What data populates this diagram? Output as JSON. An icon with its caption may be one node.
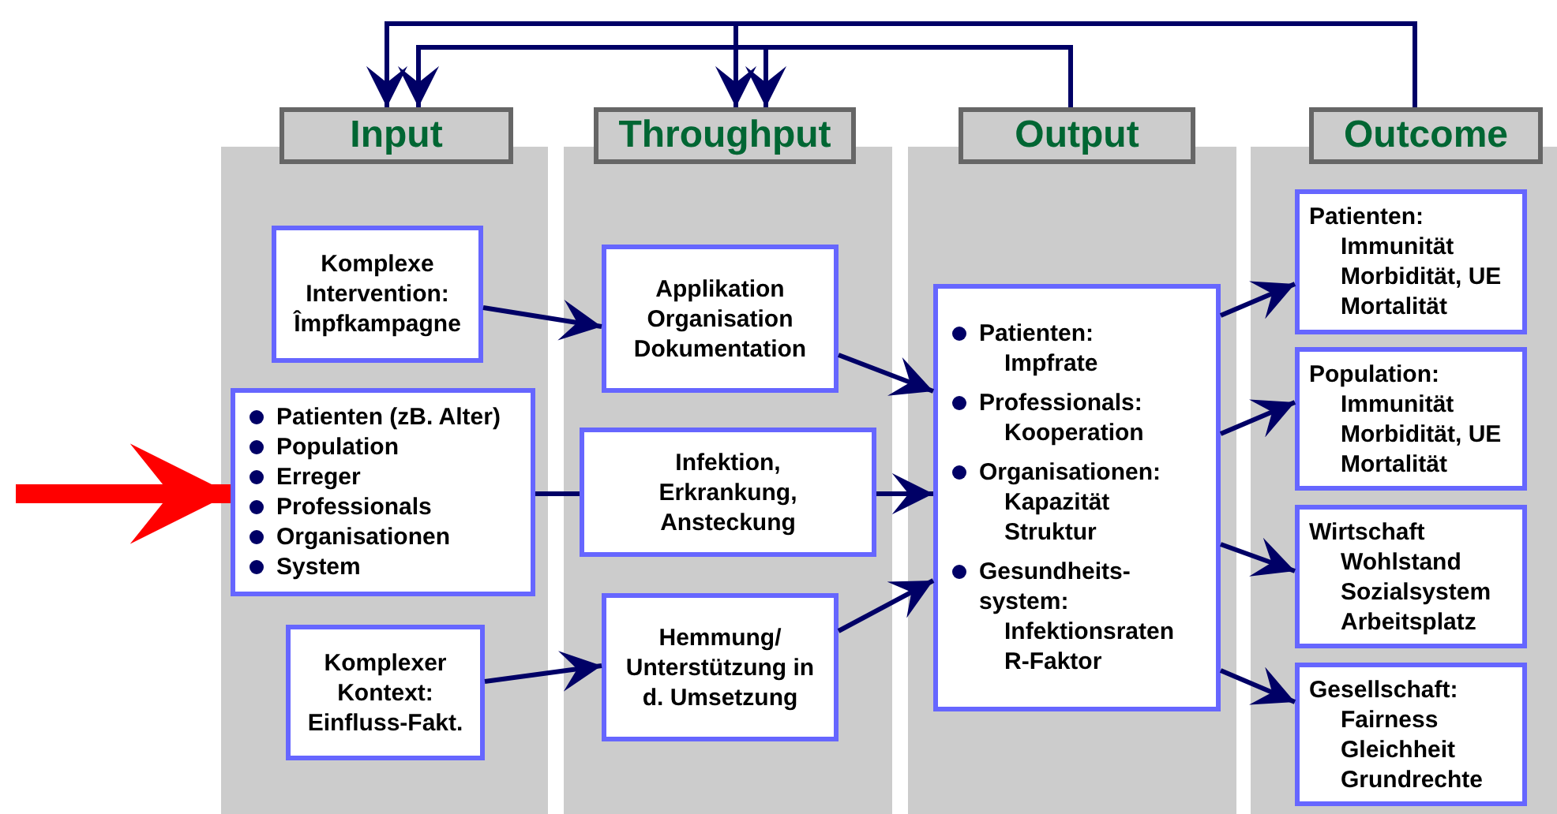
{
  "diagram": {
    "nodes": [
      {
        "text": [
          "Input"
        ]
      },
      {
        "text": [
          "Komplexe Intervention: Împfkampagne"
        ],
        "in": 0
      },
      {
        "text": [
          "Patienten (zB. Alter)",
          "Population",
          "Erreger",
          "Professionals",
          "Organisationen",
          "System"
        ],
        "in": 0
      },
      {
        "text": [
          "Komplexer Kontext: Einfluss-Fakt."
        ],
        "in": 0
      },
      {
        "text": [
          "Throughput"
        ]
      },
      {
        "text": [
          "Applikation",
          "Organisation",
          "Dokumentation"
        ],
        "in": 4
      },
      {
        "text": [
          "Infektion, Erkrankung, Ansteckung"
        ],
        "in": 4
      },
      {
        "text": [
          "Hemmung/ Unterstützung in d. Umsetzung"
        ],
        "in": 4
      },
      {
        "text": [
          "Output"
        ]
      },
      {
        "text": [
          "Patienten:",
          "Impfrate",
          "Professionals:",
          "Kooperation",
          "Organisationen:",
          "Kapazität",
          "Struktur",
          "Gesundheits- system:",
          "Infektionsraten",
          "R-Faktor"
        ],
        "in": 8
      },
      {
        "text": [
          "Outcome"
        ]
      },
      {
        "text": [
          "Patienten:",
          "Immunität",
          "Morbidität, UE",
          "Mortalität"
        ],
        "in": 10
      },
      {
        "text": [
          "Population:",
          "Immunität",
          "Morbidität, UE",
          "Mortalität"
        ],
        "in": 10
      },
      {
        "text": [
          "Wirtschaft",
          "Wohlstand",
          "Sozialsystem",
          "Arbeitsplatz"
        ],
        "in": 10
      },
      {
        "text": [
          "Gesellschaft:",
          "Fairness",
          "Gleichheit",
          "Grundrechte"
        ],
        "in": 10
      }
    ],
    "edges": [
      {
        "from": null,
        "to": 2,
        "arrow": "to",
        "style": "thick",
        "color": "#ff0000"
      },
      {
        "from": 1,
        "to": 5,
        "arrow": "to"
      },
      {
        "from": 3,
        "to": 7,
        "arrow": "to"
      },
      {
        "from": 2,
        "to": 6,
        "arrow": "none"
      },
      {
        "from": 5,
        "to": 9,
        "arrow": "to"
      },
      {
        "from": 6,
        "to": 9,
        "arrow": "to"
      },
      {
        "from": 7,
        "to": 9,
        "arrow": "to"
      },
      {
        "from": 9,
        "to": 11,
        "arrow": "to"
      },
      {
        "from": 9,
        "to": 12,
        "arrow": "to"
      },
      {
        "from": 9,
        "to": 13,
        "arrow": "to"
      },
      {
        "from": 9,
        "to": 14,
        "arrow": "to"
      },
      {
        "from": 10,
        "to": 0,
        "arrow": "to"
      },
      {
        "from": 10,
        "to": 4,
        "arrow": "to"
      },
      {
        "from": 8,
        "to": 0,
        "arrow": "to"
      },
      {
        "from": 8,
        "to": 4,
        "arrow": "to"
      }
    ]
  }
}
